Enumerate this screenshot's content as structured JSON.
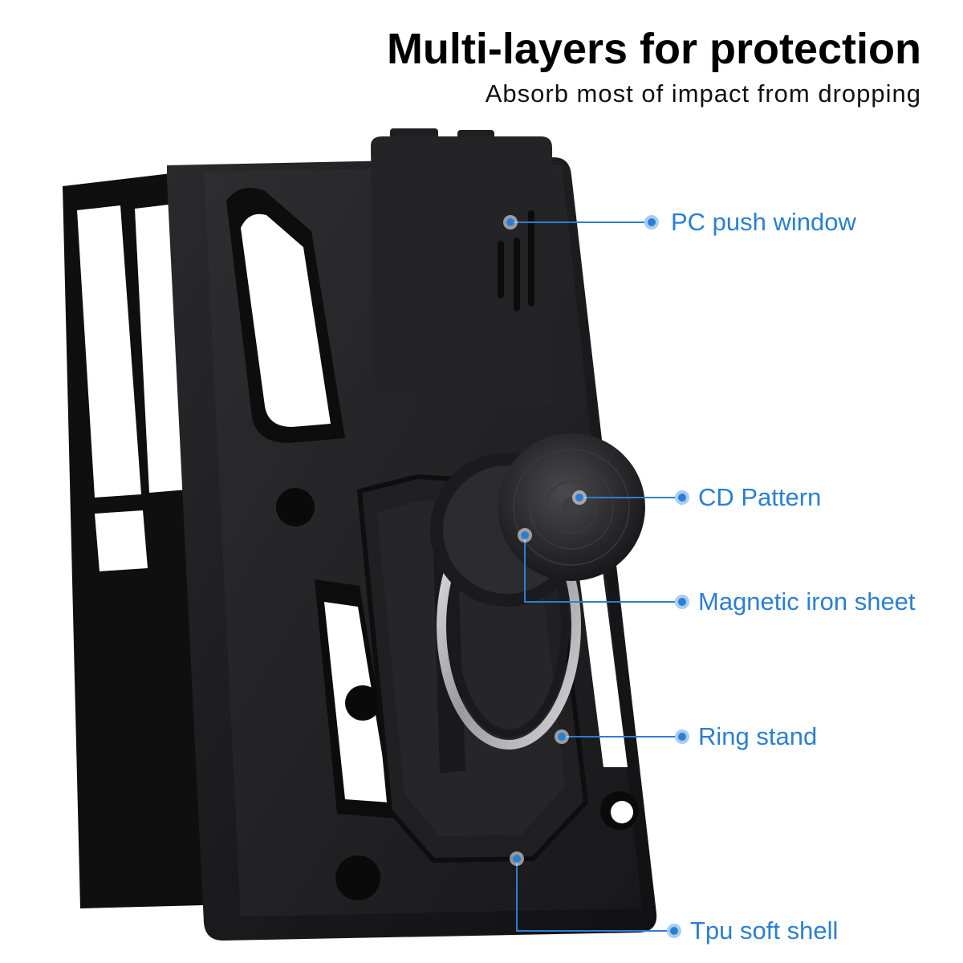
{
  "heading": {
    "title": "Multi-layers for protection",
    "subtitle": "Absorb most of impact from dropping"
  },
  "callouts": [
    {
      "id": "pc-push-window",
      "label": "PC push window"
    },
    {
      "id": "cd-pattern",
      "label": "CD Pattern"
    },
    {
      "id": "magnetic-iron-sheet",
      "label": "Magnetic iron sheet"
    },
    {
      "id": "ring-stand",
      "label": "Ring stand"
    },
    {
      "id": "tpu-soft-shell",
      "label": "Tpu soft shell"
    }
  ],
  "colors": {
    "accent": "#2b7fd3",
    "case_body": "#1c1c1e",
    "background": "#ffffff"
  }
}
